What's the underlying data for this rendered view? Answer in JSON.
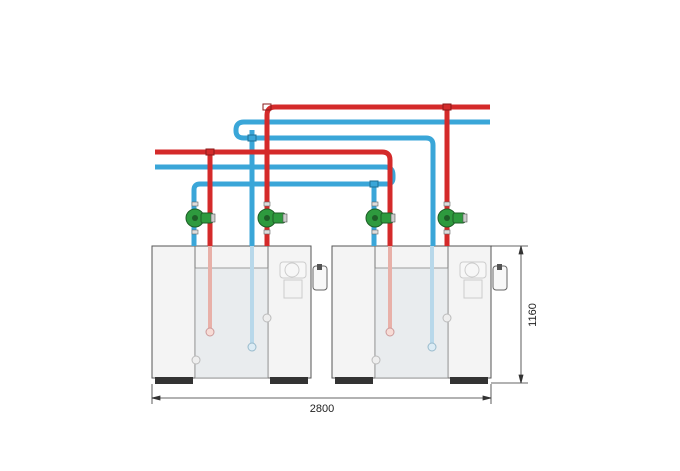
{
  "dimensions": {
    "width_label": "2800",
    "height_label": "1160"
  },
  "colors": {
    "hot_pipe": "#d42a2a",
    "cold_pipe": "#3aa6d8",
    "pump": "#2e9a3e",
    "boiler_fill": "#f4f4f4",
    "boiler_outline": "#555555",
    "feet": "#333333"
  },
  "components": {
    "boilers": 2,
    "pumps": 4,
    "pipe_types": [
      "hot-pipe",
      "cold-pipe"
    ]
  }
}
